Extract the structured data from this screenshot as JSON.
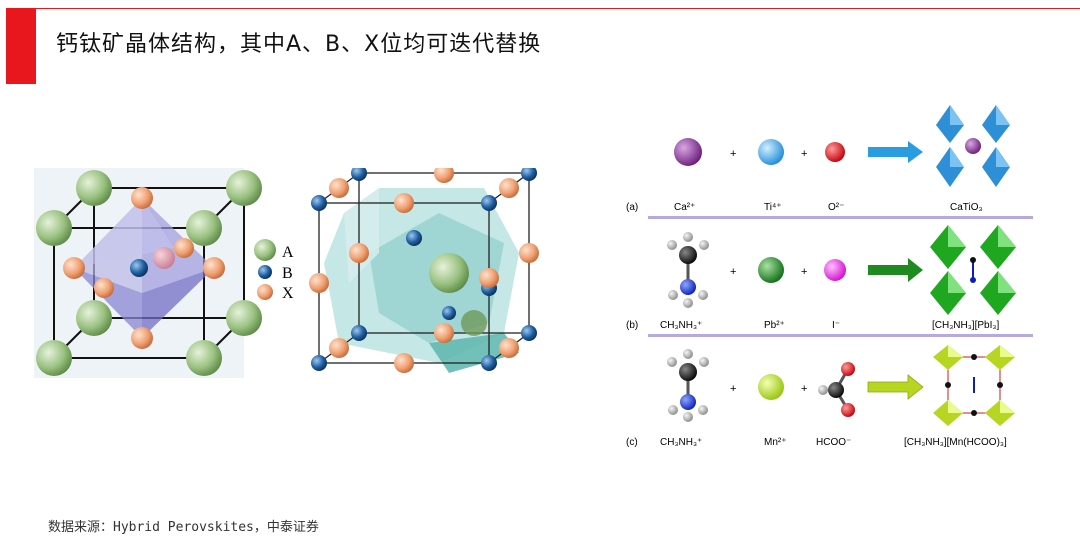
{
  "slide": {
    "title": "钙钛矿晶体结构，其中A、B、X位均可迭代替换",
    "source": "数据来源：Hybrid Perovskites，中泰证券"
  },
  "colors": {
    "accent": "#e8171e",
    "site_a": "#9bc282",
    "site_b": "#1f5fa0",
    "site_x": "#f0a172",
    "arrow_a": "#2a9de0",
    "arrow_b": "#1f8a1f",
    "arrow_c": "#b6d622",
    "divider": "#b7a8e0"
  },
  "legend": [
    {
      "label": "A"
    },
    {
      "label": "B"
    },
    {
      "label": "X"
    }
  ],
  "rows": [
    {
      "tag": "(a)",
      "labels": [
        "Ca²⁺",
        "Ti⁴⁺",
        "O²⁻",
        "CaTiO₃"
      ]
    },
    {
      "tag": "(b)",
      "labels": [
        "CH₃NH₃⁺",
        "Pb²⁺",
        "I⁻",
        "[CH₃NH₃][PbI₃]"
      ]
    },
    {
      "tag": "(c)",
      "labels": [
        "CH₃NH₃⁺",
        "Mn²⁺",
        "HCOO⁻",
        "[CH₃NH₃][Mn(HCOO)₃]"
      ]
    }
  ],
  "plus_sign": "+"
}
